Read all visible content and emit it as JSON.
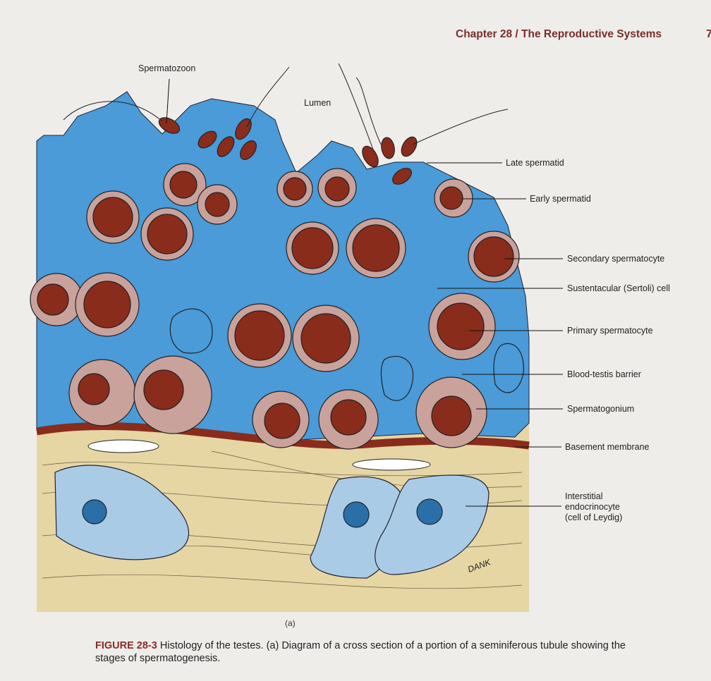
{
  "header": {
    "chapter": "Chapter 28 / The Reproductive Systems",
    "page_number": "7"
  },
  "diagram": {
    "labels": {
      "spermatozoon": "Spermatozoon",
      "lumen": "Lumen",
      "late_spermatid": "Late spermatid",
      "early_spermatid": "Early spermatid",
      "secondary_spermatocyte": "Secondary spermatocyte",
      "sertoli": "Sustentacular (Sertoli) cell",
      "primary_spermatocyte": "Primary spermatocyte",
      "blood_testis_barrier": "Blood-testis barrier",
      "spermatogonium": "Spermatogonium",
      "basement_membrane": "Basement membrane",
      "interstitial_1": "Interstitial",
      "interstitial_2": "endocrinocyte",
      "interstitial_3": "(cell of Leydig)"
    },
    "signature": "DANK",
    "sublabel": "(a)"
  },
  "caption": {
    "figure": "FIGURE 28-3",
    "text": " Histology of the testes. (a) Diagram of a cross section of a portion of a seminiferous tubule showing the stages of spermatogenesis."
  },
  "colors": {
    "tubule_blue": "#4a9bd8",
    "connective_tan": "#e6d6a4",
    "nucleus_brown": "#8a2c1c",
    "cytoplasm_pink": "#c9a29c",
    "leydig_blue": "#a9cbe6",
    "heading": "#7a2e2a"
  }
}
